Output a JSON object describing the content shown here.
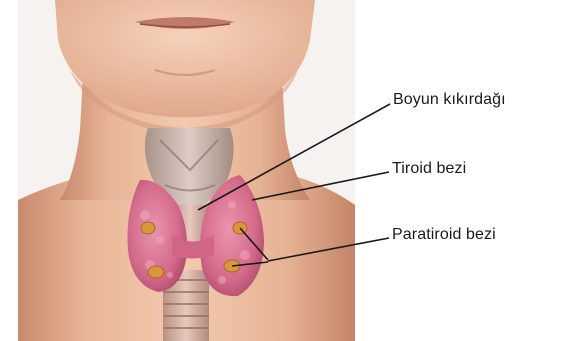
{
  "labels": {
    "cartilage": "Boyun kıkırdağı",
    "thyroid": "Tiroid bezi",
    "parathyroid": "Paratiroid bezi"
  },
  "colors": {
    "skin": "#f0c2a6",
    "skin_shadow": "#d99c7e",
    "thyroid": "#d8708e",
    "parathyroid": "#d99a3c",
    "cartilage": "#cdbab0",
    "leader_line": "#1a1a1a",
    "background": "#ffffff"
  }
}
